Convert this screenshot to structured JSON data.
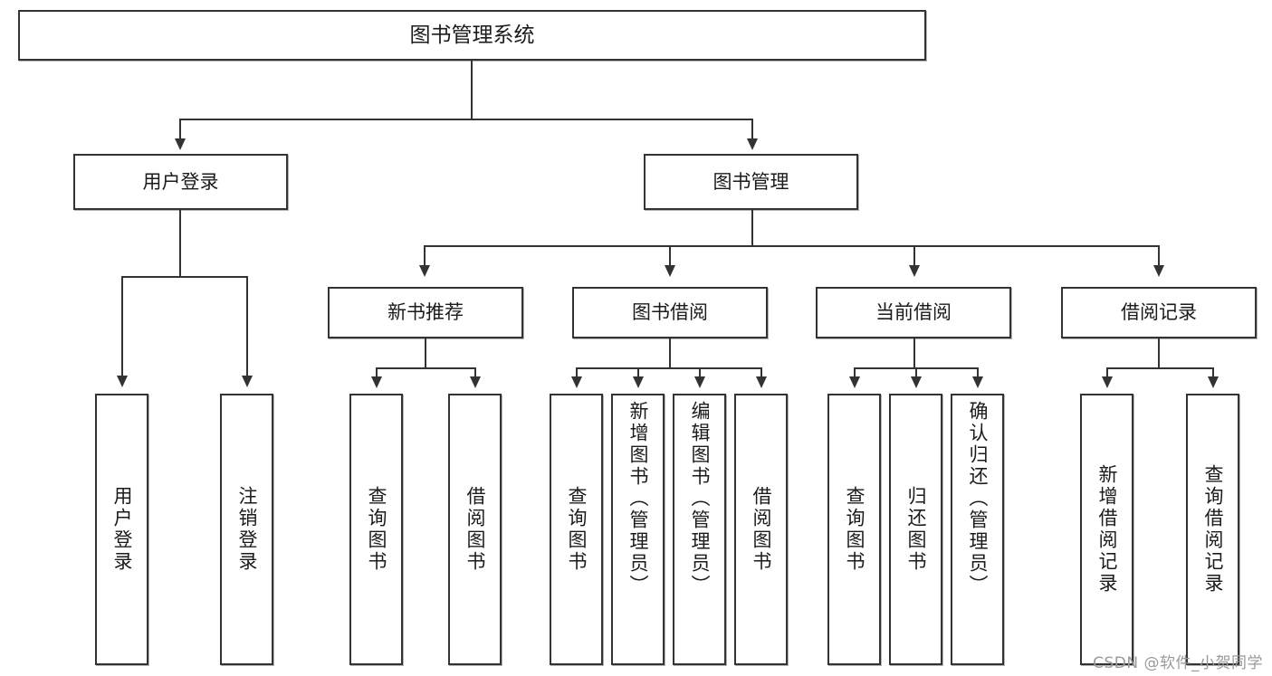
{
  "diagram": {
    "title": "图书管理系统",
    "root": {
      "label": "图书管理系统"
    },
    "level2": [
      {
        "label": "用户登录"
      },
      {
        "label": "图书管理"
      }
    ],
    "level3": [
      {
        "label": "新书推荐"
      },
      {
        "label": "图书借阅"
      },
      {
        "label": "当前借阅"
      },
      {
        "label": "借阅记录"
      }
    ],
    "leaves": {
      "user_login": [
        {
          "label": "用户登录"
        },
        {
          "label": "注销登录"
        }
      ],
      "new_book_recommend": [
        {
          "label": "查询图书"
        },
        {
          "label": "借阅图书"
        }
      ],
      "book_borrow": [
        {
          "label": "查询图书"
        },
        {
          "label": "新增图书（管理员）"
        },
        {
          "label": "编辑图书（管理员）"
        },
        {
          "label": "借阅图书"
        }
      ],
      "current_borrow": [
        {
          "label": "查询图书"
        },
        {
          "label": "归还图书"
        },
        {
          "label": "确认归还（管理员）"
        }
      ],
      "borrow_record": [
        {
          "label": "新增借阅记录"
        },
        {
          "label": "查询借阅记录"
        }
      ]
    }
  },
  "watermark": {
    "text": "CSDN @软件_小贺同学"
  },
  "colors": {
    "box_border": "#333333",
    "box_fill": "#ffffff",
    "line": "#333333",
    "text": "#1b1b1b",
    "watermark": "#9a9a9a"
  }
}
